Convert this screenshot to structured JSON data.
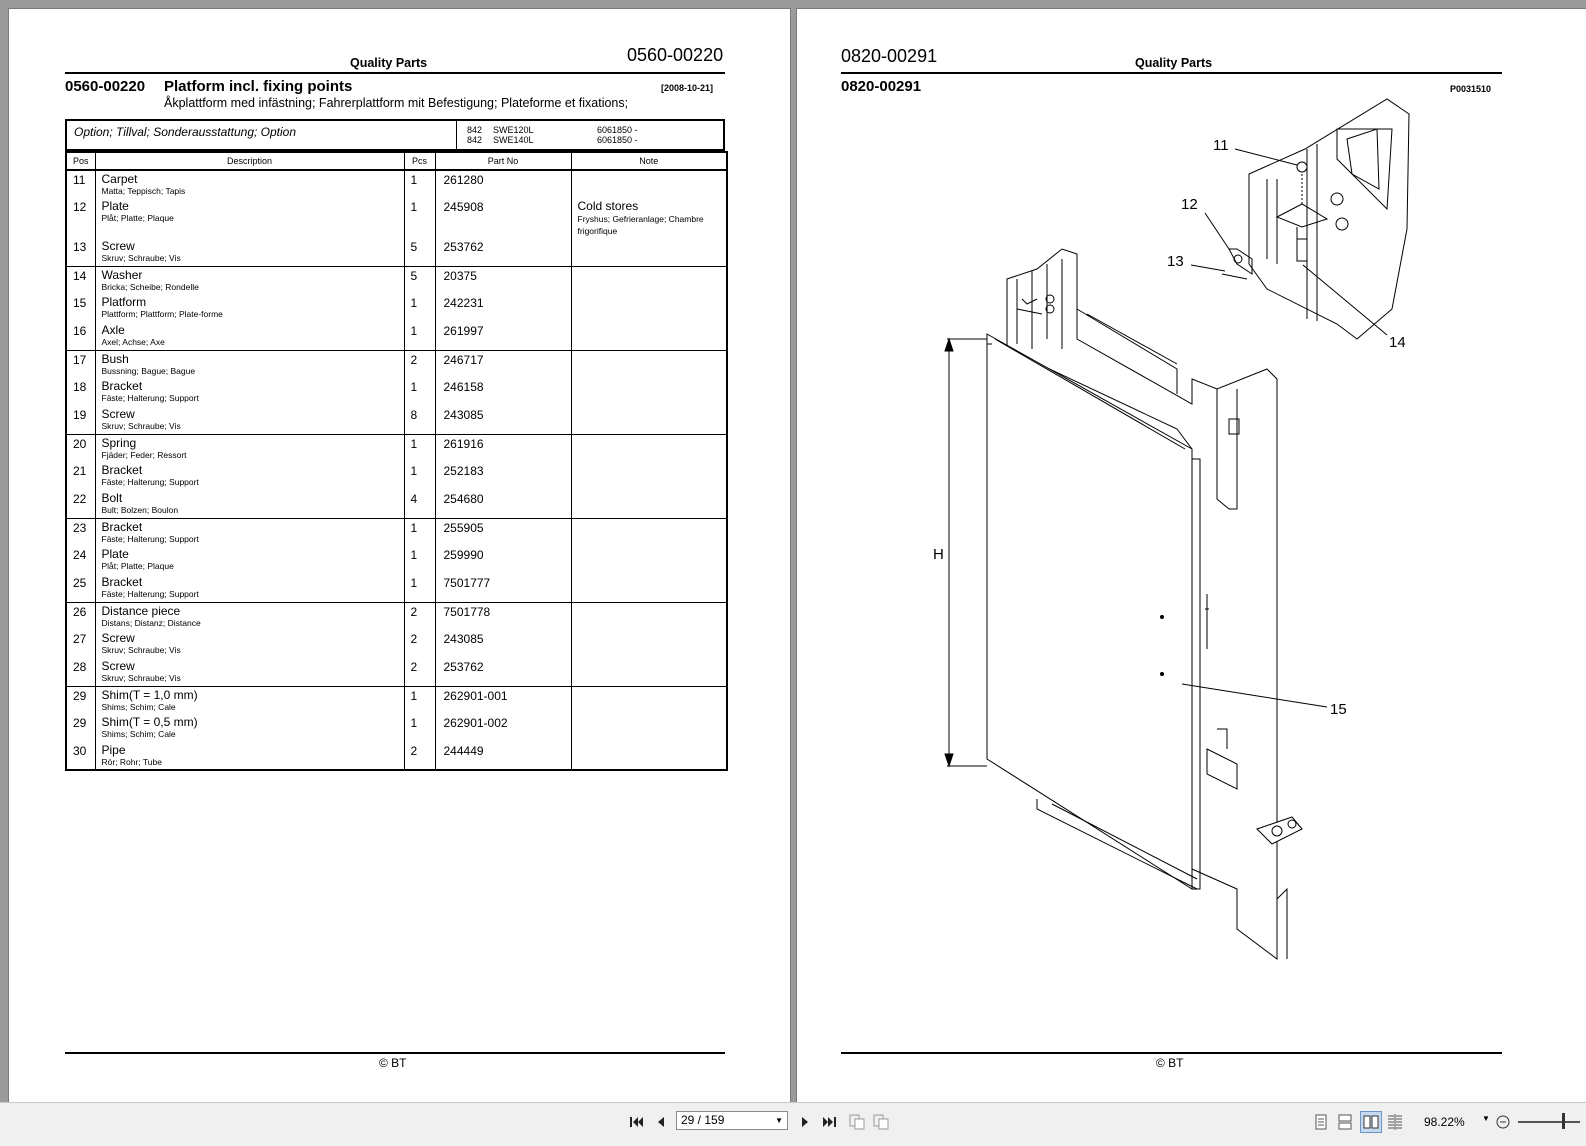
{
  "left_page": {
    "header_center": "Quality Parts",
    "header_code": "0560-00220",
    "title_code": "0560-00220",
    "title": "Platform incl. fixing points",
    "date": "[2008-10-21]",
    "subtitle": "Åkplattform med infästning; Fahrerplattform mit Befestigung; Plateforme et fixations;",
    "option_label": "Option; Tillval; Sonderausstattung; Option",
    "models": [
      {
        "code": "842",
        "model": "SWE120L",
        "serial": "6061850 -"
      },
      {
        "code": "842",
        "model": "SWE140L",
        "serial": "6061850 -"
      }
    ],
    "columns": {
      "pos": "Pos",
      "description": "Description",
      "qty": "Pcs",
      "part_no": "Part No",
      "note": "Note"
    },
    "footer": "© BT",
    "rows": [
      {
        "pos": "11",
        "name": "Carpet",
        "trans": "Matta; Teppisch; Tapis",
        "qty": "1",
        "part": "261280",
        "note": "",
        "note_trans": ""
      },
      {
        "pos": "12",
        "name": "Plate",
        "trans": "Plåt; Platte; Plaque",
        "qty": "1",
        "part": "245908",
        "note": "Cold stores",
        "note_trans": "Fryshus; Gefrieranlage; Chambre frigorifique"
      },
      {
        "pos": "13",
        "name": "Screw",
        "trans": "Skruv; Schraube; Vis",
        "qty": "5",
        "part": "253762",
        "note": "",
        "note_trans": ""
      },
      {
        "pos": "14",
        "name": "Washer",
        "trans": "Bricka; Scheibe; Rondelle",
        "qty": "5",
        "part": "20375",
        "note": "",
        "note_trans": ""
      },
      {
        "pos": "15",
        "name": "Platform",
        "trans": "Plattform; Plattform; Plate-forme",
        "qty": "1",
        "part": "242231",
        "note": "",
        "note_trans": ""
      },
      {
        "pos": "16",
        "name": "Axle",
        "trans": "Axel; Achse; Axe",
        "qty": "1",
        "part": "261997",
        "note": "",
        "note_trans": ""
      },
      {
        "pos": "17",
        "name": "Bush",
        "trans": "Bussning; Bague; Bague",
        "qty": "2",
        "part": "246717",
        "note": "",
        "note_trans": ""
      },
      {
        "pos": "18",
        "name": "Bracket",
        "trans": "Fäste; Halterung; Support",
        "qty": "1",
        "part": "246158",
        "note": "",
        "note_trans": ""
      },
      {
        "pos": "19",
        "name": "Screw",
        "trans": "Skruv; Schraube; Vis",
        "qty": "8",
        "part": "243085",
        "note": "",
        "note_trans": ""
      },
      {
        "pos": "20",
        "name": "Spring",
        "trans": "Fjäder; Feder; Ressort",
        "qty": "1",
        "part": "261916",
        "note": "",
        "note_trans": ""
      },
      {
        "pos": "21",
        "name": "Bracket",
        "trans": "Fäste; Halterung; Support",
        "qty": "1",
        "part": "252183",
        "note": "",
        "note_trans": ""
      },
      {
        "pos": "22",
        "name": "Bolt",
        "trans": "Bult; Bolzen; Boulon",
        "qty": "4",
        "part": "254680",
        "note": "",
        "note_trans": ""
      },
      {
        "pos": "23",
        "name": "Bracket",
        "trans": "Fäste; Halterung; Support",
        "qty": "1",
        "part": "255905",
        "note": "",
        "note_trans": ""
      },
      {
        "pos": "24",
        "name": "Plate",
        "trans": "Plåt; Platte; Plaque",
        "qty": "1",
        "part": "259990",
        "note": "",
        "note_trans": ""
      },
      {
        "pos": "25",
        "name": "Bracket",
        "trans": "Fäste; Halterung; Support",
        "qty": "1",
        "part": "7501777",
        "note": "",
        "note_trans": ""
      },
      {
        "pos": "26",
        "name": "Distance piece",
        "trans": "Distans; Distanz; Distance",
        "qty": "2",
        "part": "7501778",
        "note": "",
        "note_trans": ""
      },
      {
        "pos": "27",
        "name": "Screw",
        "trans": "Skruv; Schraube; Vis",
        "qty": "2",
        "part": "243085",
        "note": "",
        "note_trans": ""
      },
      {
        "pos": "28",
        "name": "Screw",
        "trans": "Skruv; Schraube; Vis",
        "qty": "2",
        "part": "253762",
        "note": "",
        "note_trans": ""
      },
      {
        "pos": "29",
        "name": "Shim(T = 1,0 mm)",
        "trans": "Shims; Schim; Cale",
        "qty": "1",
        "part": "262901-001",
        "note": "",
        "note_trans": ""
      },
      {
        "pos": "29",
        "name": "Shim(T = 0,5 mm)",
        "trans": "Shims; Schim; Cale",
        "qty": "1",
        "part": "262901-002",
        "note": "",
        "note_trans": ""
      },
      {
        "pos": "30",
        "name": "Pipe",
        "trans": "Rör; Rohr; Tube",
        "qty": "2",
        "part": "244449",
        "note": "",
        "note_trans": ""
      }
    ]
  },
  "right_page": {
    "header_code": "0820-00291",
    "header_center": "Quality Parts",
    "title_code": "0820-00291",
    "image_ref": "P0031510",
    "callouts": {
      "c11": "11",
      "c12": "12",
      "c13": "13",
      "c14": "14",
      "c15": "15",
      "h": "H"
    },
    "footer": "© BT"
  },
  "toolbar": {
    "page_indicator": "29 / 159",
    "zoom": "98.22%"
  }
}
